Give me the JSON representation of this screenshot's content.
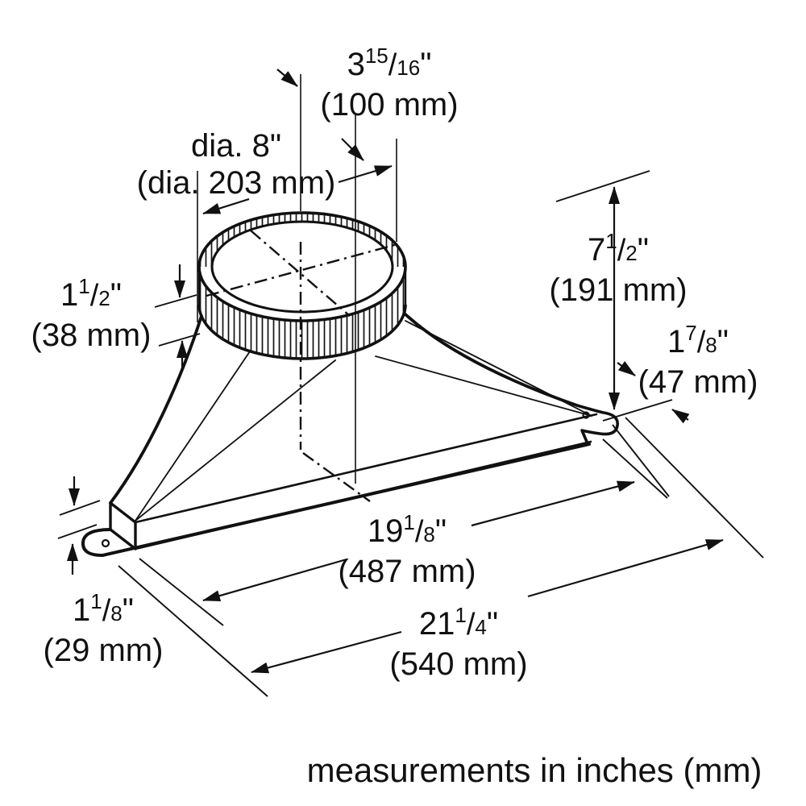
{
  "colors": {
    "ink": "#111111",
    "background": "#ffffff"
  },
  "caption": "measurements in inches (mm)",
  "dimensions": {
    "duct_offset": {
      "whole": "3",
      "num": "15",
      "den": "16",
      "unit": "\"",
      "metric": "(100 mm)"
    },
    "duct_diameter": {
      "imperial": "dia. 8\"",
      "metric": "(dia. 203 mm)"
    },
    "total_height": {
      "whole": "7",
      "num": "1",
      "den": "2",
      "unit": "\"",
      "metric": "(191 mm)"
    },
    "rear_height": {
      "whole": "1",
      "num": "7",
      "den": "8",
      "unit": "\"",
      "metric": "(47 mm)"
    },
    "collar_height": {
      "whole": "1",
      "num": "1",
      "den": "2",
      "unit": "\"",
      "metric": "(38 mm)"
    },
    "inner_width": {
      "whole": "19",
      "num": "1",
      "den": "8",
      "unit": "\"",
      "metric": "(487 mm)"
    },
    "overall_width": {
      "whole": "21",
      "num": "1",
      "den": "4",
      "unit": "\"",
      "metric": "(540 mm)"
    },
    "front_height": {
      "whole": "1",
      "num": "1",
      "den": "8",
      "unit": "\"",
      "metric": "(29 mm)"
    }
  }
}
